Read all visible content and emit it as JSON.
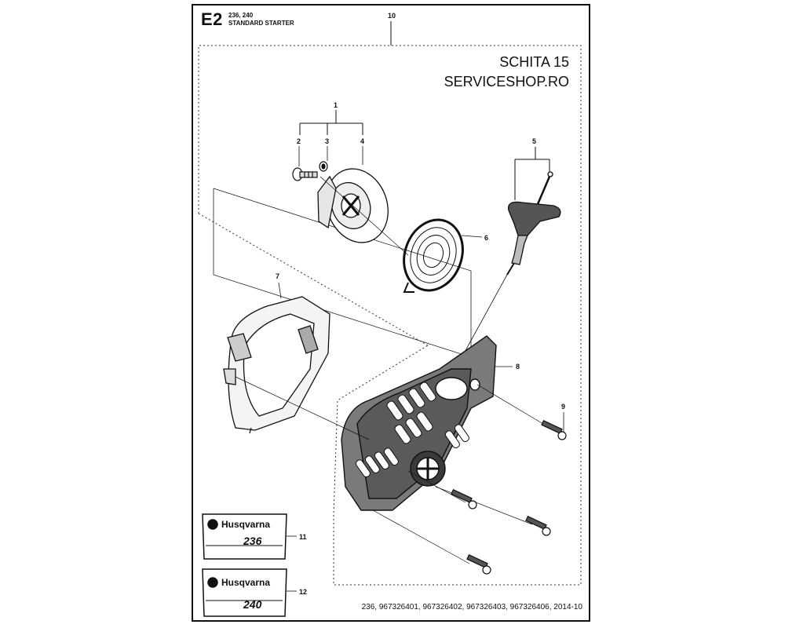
{
  "header": {
    "section_code": "E2",
    "models": "236, 240",
    "title": "STANDARD STARTER"
  },
  "watermark": {
    "line1": "SCHITA 15",
    "line2": "SERVICESHOP.RO"
  },
  "footer": {
    "text": "236, 967326401, 967326402, 967326403, 967326406, 2014-10"
  },
  "callouts": {
    "c1": "1",
    "c2": "2",
    "c3": "3",
    "c4": "4",
    "c5": "5",
    "c6": "6",
    "c7": "7",
    "c8": "8",
    "c9": "9",
    "c10": "10",
    "c11": "11",
    "c12": "12"
  },
  "decals": {
    "brand": "Husqvarna",
    "model_236": "236",
    "model_240": "240"
  }
}
